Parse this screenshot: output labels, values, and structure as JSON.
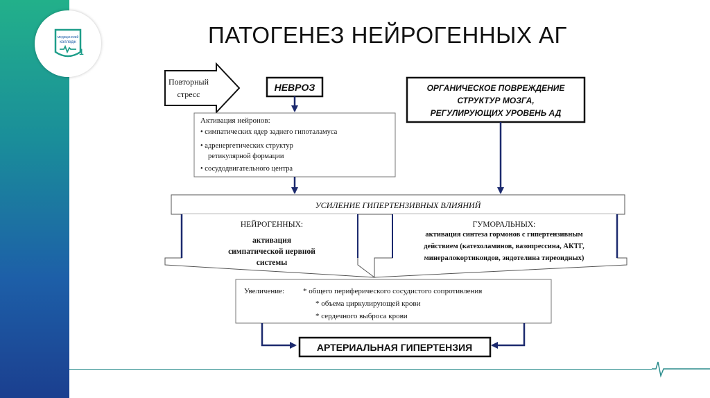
{
  "slide": {
    "title": "ПАТОГЕНЕЗ НЕЙРОГЕННЫХ АГ"
  },
  "logo": {
    "text_line1": "медицинский",
    "text_line2": "колледж",
    "number": "1",
    "accent": "#1e9e8a"
  },
  "diagram": {
    "stress_line1": "Повторный",
    "stress_line2": "стресс",
    "neurosis": "НЕВРОЗ",
    "organic_line1": "ОРГАНИЧЕСКОЕ ПОВРЕЖДЕНИЕ",
    "organic_line2": "СТРУКТУР МОЗГА,",
    "organic_line3": "РЕГУЛИРУЮЩИХ УРОВЕНЬ АД",
    "activation_title": "Активация   нейронов:",
    "activation_items": [
      "• симпатических ядер заднего гипоталамуса",
      "• адренергетических структур",
      "ретикулярной формации",
      "• сосудодвигательного центра"
    ],
    "enhancement": "УСИЛЕНИЕ   ГИПЕРТЕНЗИВНЫХ   ВЛИЯНИЙ",
    "neurogenic_title": "НЕЙРОГЕННЫХ:",
    "neurogenic_lines": [
      "активация",
      "симпатической нервной",
      "системы"
    ],
    "humoral_title": "ГУМОРАЛЬНЫХ:",
    "humoral_lines": [
      "активация синтеза гормонов с гипертензивным",
      "действием (катехоламинов, вазопрессина, АКТГ,",
      "минералокортикоидов, эндотелина тиреоидных)"
    ],
    "increase_label": "Увеличение:",
    "increase_items": [
      "* общего периферического сосудистого сопротивления",
      "* объема циркулирующей крови",
      "* сердечного выброса крови"
    ],
    "result": "АРТЕРИАЛЬНАЯ  ГИПЕРТЕНЗИЯ"
  },
  "colors": {
    "arrow": "#1c2a6e",
    "line_accent": "#2a8c8c"
  }
}
